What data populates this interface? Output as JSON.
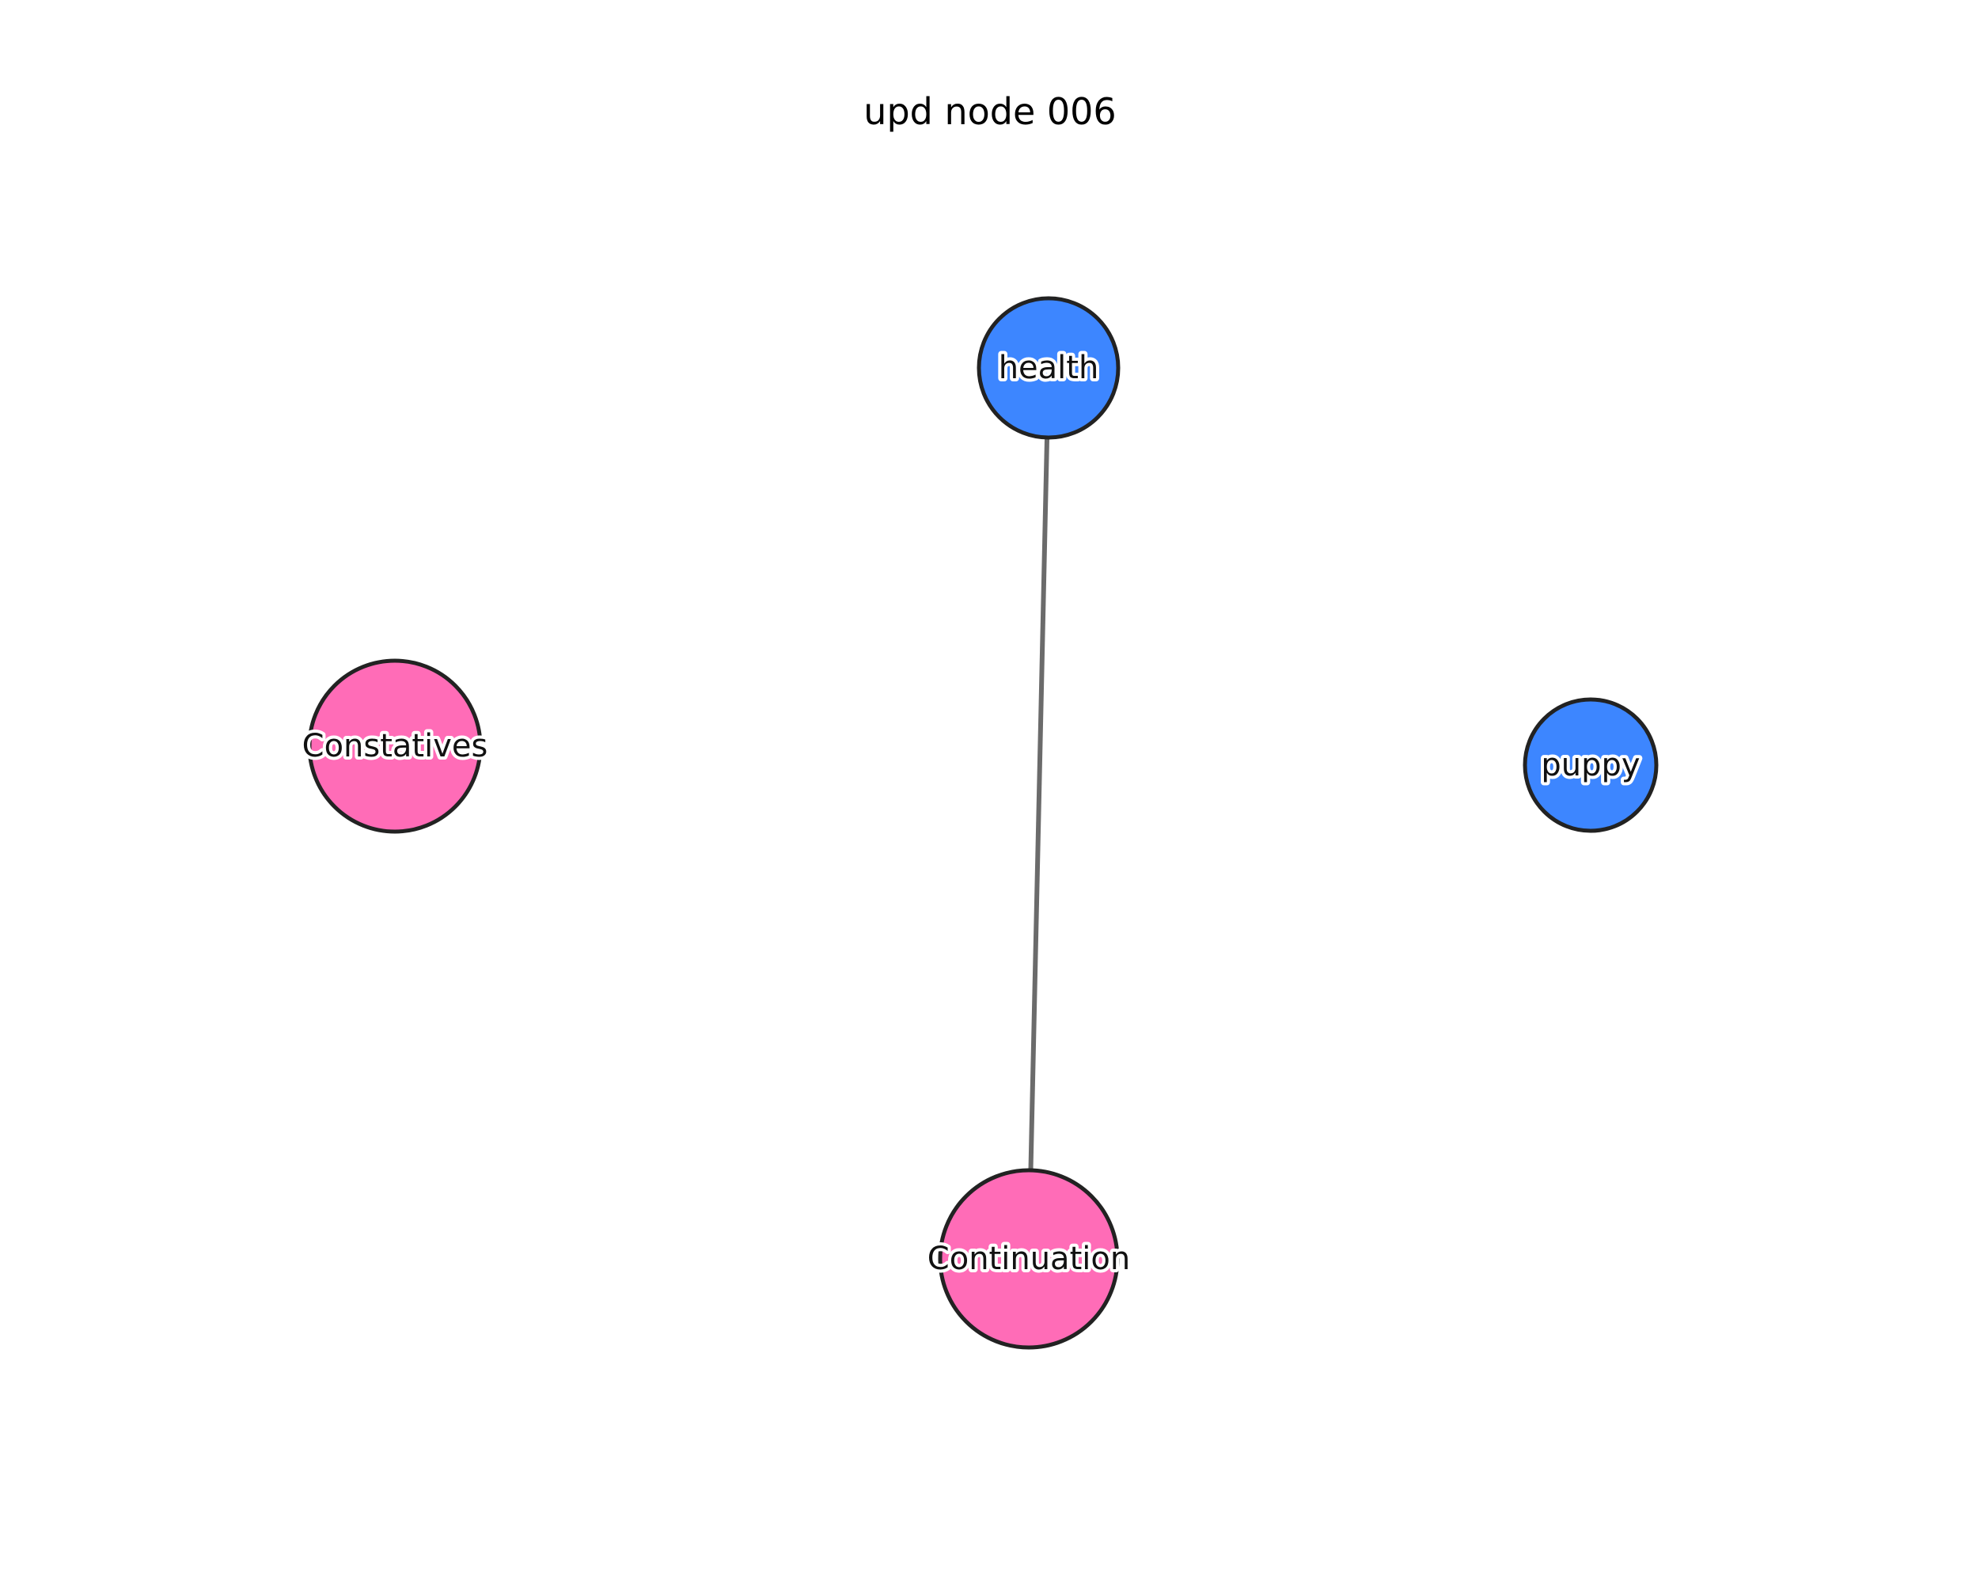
{
  "title": "upd node 006",
  "colors": {
    "blue_node": "#3d86ff",
    "pink_node": "#ff6cb7",
    "node_outline": "#222222",
    "edge": "#6b6b6b"
  },
  "nodes": [
    {
      "id": "health",
      "label": "health",
      "color_key": "blue_node"
    },
    {
      "id": "puppy",
      "label": "puppy",
      "color_key": "blue_node"
    },
    {
      "id": "constatives",
      "label": "Constatives",
      "color_key": "pink_node"
    },
    {
      "id": "continuation",
      "label": "Continuation",
      "color_key": "pink_node"
    }
  ],
  "edges": [
    {
      "source": "health",
      "target": "continuation"
    }
  ]
}
